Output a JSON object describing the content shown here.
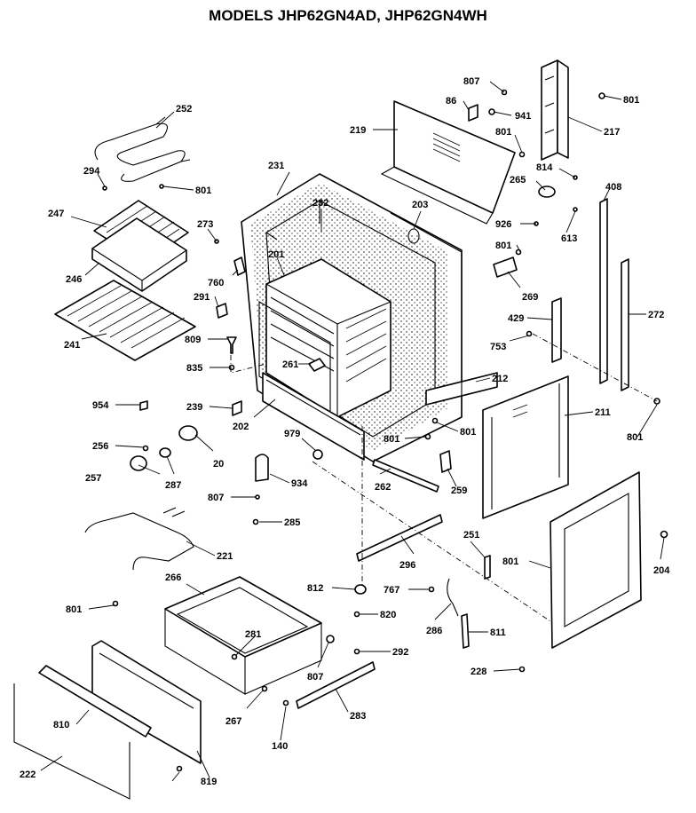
{
  "title": "MODELS JHP62GN4AD, JHP62GN4WH",
  "callouts": [
    "807",
    "86",
    "941",
    "801",
    "217",
    "219",
    "801",
    "814",
    "265",
    "408",
    "926",
    "613",
    "231",
    "232",
    "203",
    "252",
    "294",
    "801",
    "247",
    "273",
    "760",
    "801",
    "269",
    "246",
    "201",
    "291",
    "429",
    "272",
    "809",
    "241",
    "753",
    "261",
    "835",
    "212",
    "954",
    "239",
    "211",
    "202",
    "979",
    "801",
    "801",
    "801",
    "256",
    "20",
    "259",
    "257",
    "287",
    "262",
    "934",
    "807",
    "285",
    "251",
    "221",
    "801",
    "204",
    "266",
    "296",
    "812",
    "767",
    "801",
    "820",
    "281",
    "286",
    "811",
    "292",
    "807",
    "228",
    "810",
    "267",
    "283",
    "140",
    "222",
    "819"
  ]
}
